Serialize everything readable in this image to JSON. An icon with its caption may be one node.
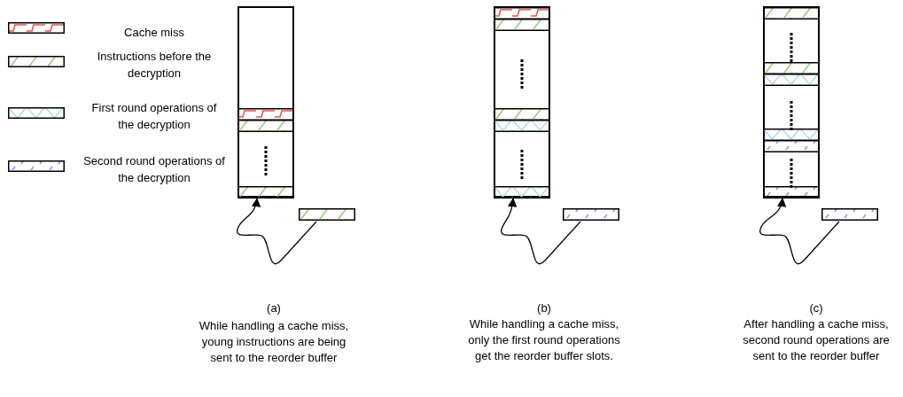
{
  "diagram": {
    "nodes": [
      {
        "text": [],
        "shape": "box"
      },
      {
        "text": [],
        "shape": "bar",
        "in": 0
      },
      {
        "text": [],
        "shape": "bar",
        "in": 0
      },
      {
        "text": [],
        "shape": "bar",
        "in": 0
      },
      {
        "text": [],
        "shape": "bar"
      },
      {
        "text": [],
        "shape": "box"
      },
      {
        "text": [],
        "shape": "bar",
        "in": 5
      },
      {
        "text": [],
        "shape": "bar",
        "in": 5
      },
      {
        "text": [],
        "shape": "bar",
        "in": 5
      },
      {
        "text": [],
        "shape": "bar",
        "in": 5
      },
      {
        "text": [],
        "shape": "bar",
        "in": 5
      },
      {
        "text": [],
        "shape": "bar"
      },
      {
        "text": [],
        "shape": "box"
      },
      {
        "text": [],
        "shape": "bar",
        "in": 12
      },
      {
        "text": [],
        "shape": "bar",
        "in": 12
      },
      {
        "text": [],
        "shape": "bar",
        "in": 12
      },
      {
        "text": [],
        "shape": "bar",
        "in": 12
      },
      {
        "text": [],
        "shape": "bar",
        "in": 12
      },
      {
        "text": [],
        "shape": "bar",
        "in": 12
      },
      {
        "text": [],
        "shape": "bar"
      }
    ],
    "edges": [
      {
        "from": 4,
        "to": 0,
        "arrow": "to"
      },
      {
        "from": 11,
        "to": 5,
        "arrow": "to"
      },
      {
        "from": 19,
        "to": 12,
        "arrow": "to"
      }
    ],
    "labels": [
      "(a)",
      "While handling a cache miss, young instructions are being sent to the reorder buffer",
      "(b)",
      "While handling a cache miss, only the first round operations get the reorder buffer slots.",
      "(c)",
      "After handling a cache miss, second round operations are sent to the reorder buffer"
    ],
    "legend": [
      {
        "text": "Cache miss"
      },
      {
        "text": "Instructions before the decryption"
      },
      {
        "text": "First round operations of the decryption"
      },
      {
        "text": "Second round operations of the decryption"
      }
    ]
  }
}
